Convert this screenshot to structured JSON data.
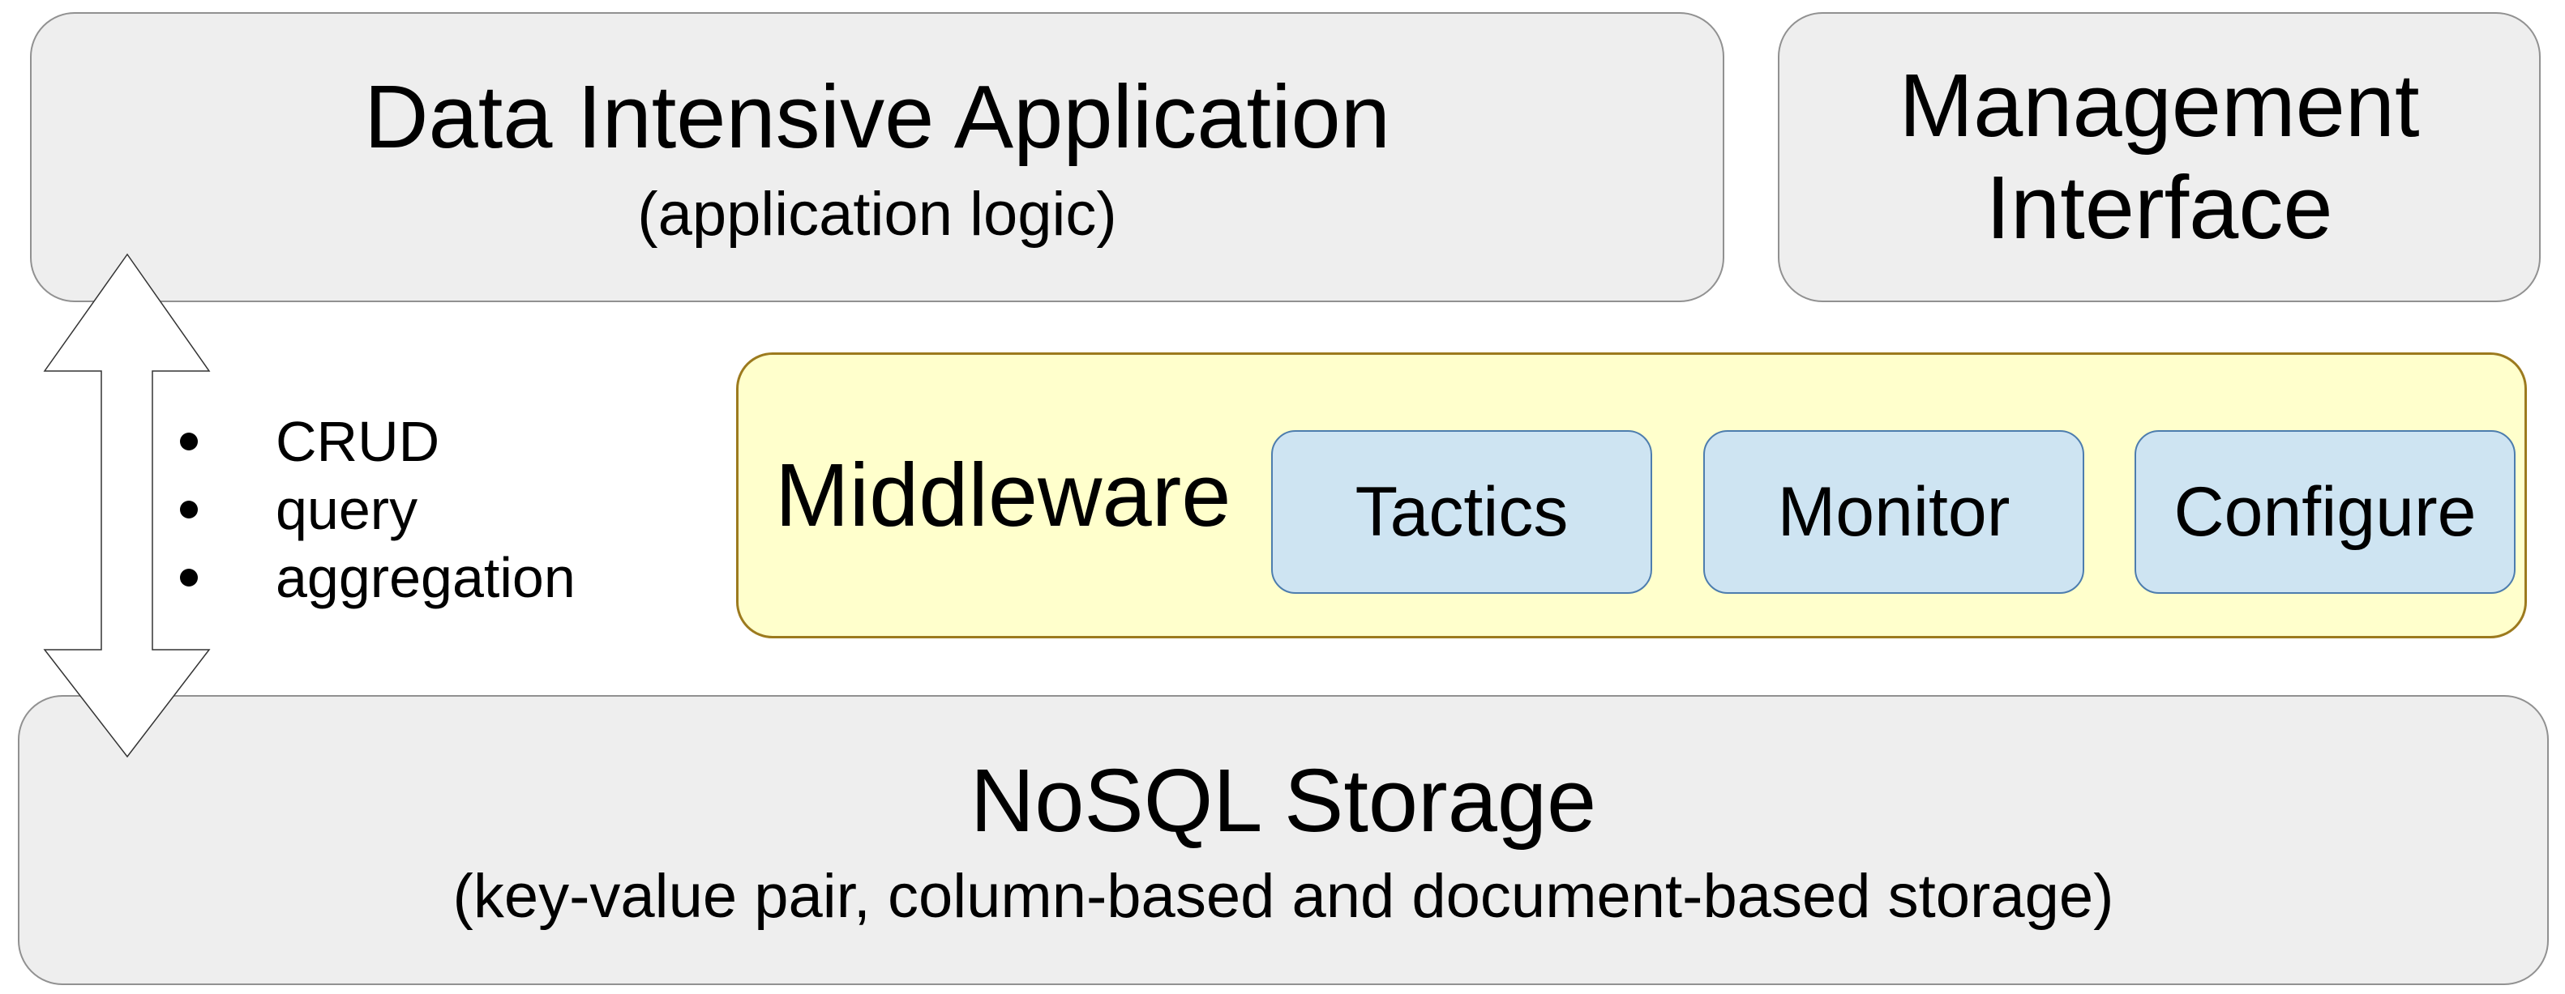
{
  "application_box": {
    "title": "Data Intensive Application",
    "subtitle": "(application logic)"
  },
  "management_box": {
    "title": "Management Interface"
  },
  "middleware_panel": {
    "label": "Middleware",
    "components": [
      "Tactics",
      "Monitor",
      "Configure"
    ]
  },
  "data_flow": {
    "items": [
      "CRUD",
      "query",
      "aggregation"
    ]
  },
  "storage_box": {
    "title": "NoSQL Storage",
    "subtitle": "(key-value pair, column-based and document-based storage)"
  },
  "icons": {
    "flow_arrow": "double-headed-vertical-arrow",
    "list_bullet": "filled-circle"
  },
  "colors": {
    "box_fill": "#eeeeee",
    "box_border": "#919191",
    "middleware_fill": "#ffffcc",
    "middleware_border": "#9c7a1e",
    "component_fill": "#cee4f2",
    "component_border": "#4d7dae",
    "arrow_fill": "#ffffff",
    "arrow_outline": "#333333",
    "text": "#000000",
    "background": "#ffffff"
  }
}
